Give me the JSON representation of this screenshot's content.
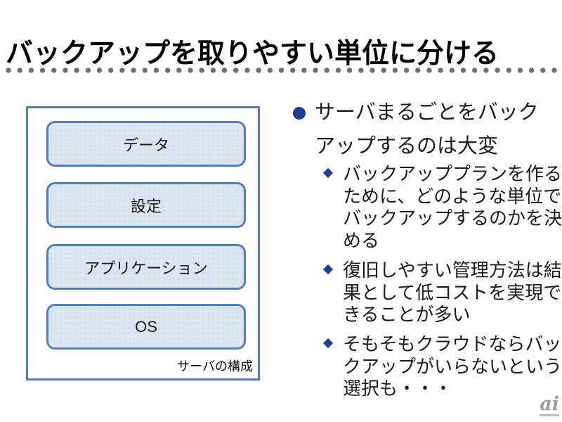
{
  "slide": {
    "title": "バックアップを取りやすい単位に分ける",
    "diagram": {
      "boxes": [
        "データ",
        "設定",
        "アプリケーション",
        "OS"
      ],
      "caption": "サーバの構成"
    },
    "bullets": {
      "main": [
        "サーバまるごとをバック",
        "アップするのは大変"
      ],
      "sub": [
        [
          "バックアッププランを作る",
          "ために、どのような単位で",
          "バックアップするのかを決",
          "める"
        ],
        [
          "復旧しやすい管理方法は結",
          "果として低コストを実現で",
          "きることが多い"
        ],
        [
          "そもそもクラウドならバッ",
          "クアップがいらないという",
          "選択も・・・"
        ]
      ]
    },
    "logo": "ai",
    "colors": {
      "box_border": "#4f81bd",
      "box_fill": "#dce6f1",
      "bullet": "#1c3e94",
      "divider_dot": "#6e6e6e"
    }
  }
}
